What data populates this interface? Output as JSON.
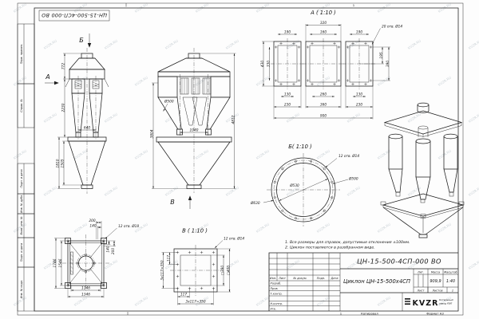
{
  "sheet": {
    "stamp": "ЦН-15-500-4СП-000 ВО",
    "zone_top": "1",
    "zone_bottom": "1",
    "copied_label": "Копировал",
    "format_label": "Формат А3",
    "watermark": "KVZR.RU"
  },
  "margin_labels": {
    "perv_primen": "Перв. примен.",
    "sprav_no": "Справ. №",
    "podp_data1": "Подп. и дата",
    "inv_dubl": "Инв. № дубл.",
    "vzam_inv": "Взам. инв. №",
    "podp_data2": "Подп. и дата",
    "inv_podl": "Инв. № подл."
  },
  "front_view": {
    "label_a": "А",
    "label_b": "Б",
    "dim_772": "772",
    "dim_2230": "2230",
    "dim_640": "640",
    "dim_1810": "1810",
    "dim_1505": "1505"
  },
  "side_view": {
    "label_v": "В",
    "dim_d500": "Ø500",
    "dim_1040": "1040",
    "dim_3804": "3804",
    "dim_4812": "4812"
  },
  "view_a": {
    "title": "А ( 1:10 )",
    "holes": "20 отв. Ø14",
    "dim_190_1": "190",
    "dim_320": "320",
    "dim_160": "160",
    "dim_190_2": "190",
    "dim_430": "430",
    "dim_330": "330",
    "dim_195": "195",
    "dim_390": "390",
    "dim_130_1": "130",
    "dim_260": "260",
    "dim_130_2": "130",
    "dim_230_1": "230",
    "dim_360": "360",
    "dim_230_2": "230",
    "dim_900": "900"
  },
  "view_b": {
    "title": "Б( 1:10 )",
    "holes": "12 отв. Ø14",
    "dim_d530": "Ø530",
    "dim_d590": "Ø590",
    "dim_d630": "Ø630"
  },
  "view_v": {
    "title": "В ( 1:10 )",
    "holes": "12 отв. Ø14",
    "dim_117_l": "117",
    "dim_350_l": "3x117=350",
    "dim_117_b": "117",
    "dim_350_b": "3x117=350",
    "dim_sq380": "□380",
    "dim_sq400": "□400"
  },
  "base_view": {
    "holes": "12 отв. Ø18",
    "dim_200_t": "200",
    "dim_140_t": "140",
    "dim_140_r": "140",
    "dim_200_r": "200",
    "dim_1746": "1746",
    "dim_1546": "1546",
    "dim_1146": "1146",
    "dim_1346": "1346"
  },
  "notes": {
    "line1": "1. Все размеры для справок, допустимые отклонения ±100мм.",
    "line2": "2. Циклон поставляется в разобранном виде."
  },
  "title_block": {
    "designation": "ЦН-15-500-4СП-000 ВО",
    "name": "Циклон ЦН-15-500х4СП",
    "col_izm": "Изм.",
    "col_list": "Лист",
    "col_docum": "№ докум.",
    "col_podp": "Подп.",
    "col_data": "Дата",
    "row_razrab": "Разраб.",
    "row_prov": "Пров.",
    "row_tkontr": "Т.контр.",
    "row_nkontr": "Н.контр.",
    "row_utv": "Утв.",
    "lit_label": "Лит.",
    "mass_label": "Масса",
    "scale_label": "Масштаб",
    "mass_value": "909,9",
    "scale_value": "1:40",
    "list_label": "Лист",
    "listov_label": "Листов",
    "listov_value": "1",
    "logo_text": "KVZR",
    "company_line1": "Котельный",
    "company_line2": "завод РЭП"
  }
}
